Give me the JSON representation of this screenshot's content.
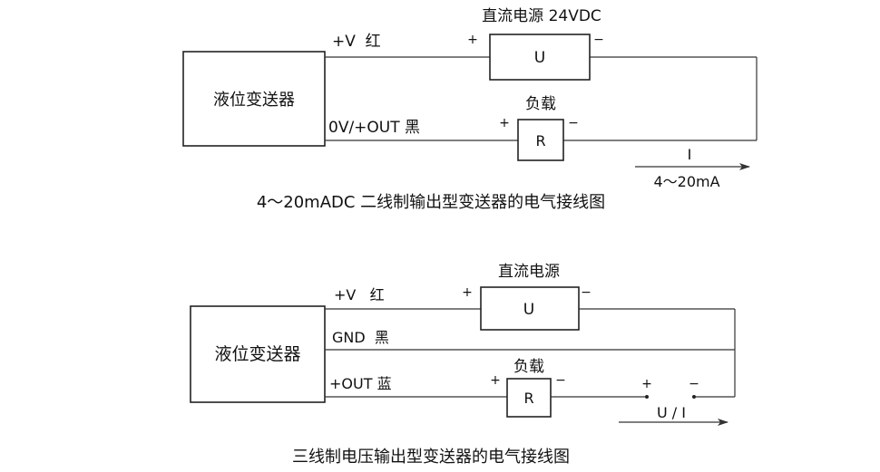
{
  "diagram1": {
    "transmitter_label": "液位变送器",
    "wire_top_label": "+V  红",
    "wire_bottom_label": "0V/+OUT 黑",
    "supply_label": "直流电源 24VDC",
    "supply_box_label": "U",
    "supply_plus": "+",
    "supply_minus": "−",
    "load_label": "负载",
    "load_box_label": "R",
    "load_plus": "+",
    "load_minus": "−",
    "current_symbol": "I",
    "current_range": "4～20mA",
    "caption": "4～20mADC 二线制输出型变送器的电气接线图"
  },
  "diagram2": {
    "transmitter_label": "液位变送器",
    "wire_top_label": "+V   红",
    "wire_mid_label": "GND  黑",
    "wire_bottom_label": "+OUT 蓝",
    "supply_label": "直流电源",
    "supply_box_label": "U",
    "supply_plus": "+",
    "supply_minus": "−",
    "load_label": "负载",
    "load_box_label": "R",
    "load_plus": "+",
    "load_minus": "−",
    "meter_plus": "+",
    "meter_minus": "−",
    "output_symbol": "U / I",
    "caption": "三线制电压输出型变送器的电气接线图"
  },
  "colors": {
    "line": "#333333",
    "text": "#111111",
    "background": "#ffffff"
  }
}
